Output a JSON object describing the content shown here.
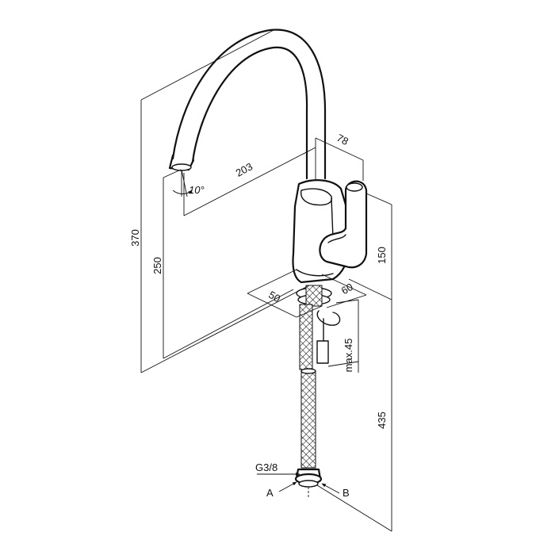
{
  "dimensions": {
    "overall_height": "370",
    "spout_height": "250",
    "spout_reach": "203",
    "spout_angle": "10°",
    "handle_offset": "78",
    "body_height": "150",
    "base_width_left": "50",
    "base_width_right": "60",
    "deck_thickness": "max.45",
    "hose_length": "435"
  },
  "connection": {
    "thread": "G3/8",
    "point_a": "A",
    "point_b": "B"
  },
  "colors": {
    "line": "#111111",
    "background": "#ffffff"
  }
}
